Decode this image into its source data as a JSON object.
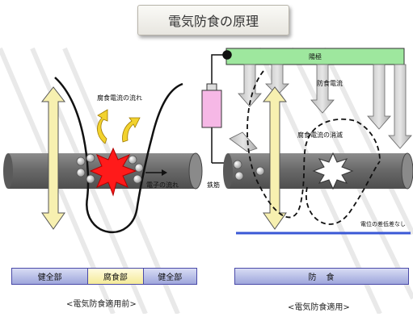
{
  "title": "電気防食の原理",
  "left": {
    "label_corrosion_current": "腐食電流の流れ",
    "label_electron_flow": "電子の流れ",
    "segments": [
      "健全部",
      "腐食部",
      "健全部"
    ],
    "caption": "<電気防食適用前>"
  },
  "right": {
    "label_anode": "陽極",
    "label_protection_current": "防食電流",
    "label_extinguish": "腐食電流の消滅",
    "label_rebar": "鉄筋",
    "label_potential": "電位の差低差なし",
    "segment": "防　食",
    "caption": "<電気防食適用>"
  },
  "colors": {
    "pipe": "#6e6e6e",
    "arrow_yellow": "#f7f0b0",
    "star_red": "#ff1a1a",
    "anode_green": "#9ee79e",
    "accent_blue": "#3a58d6",
    "pink": "#f6b8e6"
  }
}
